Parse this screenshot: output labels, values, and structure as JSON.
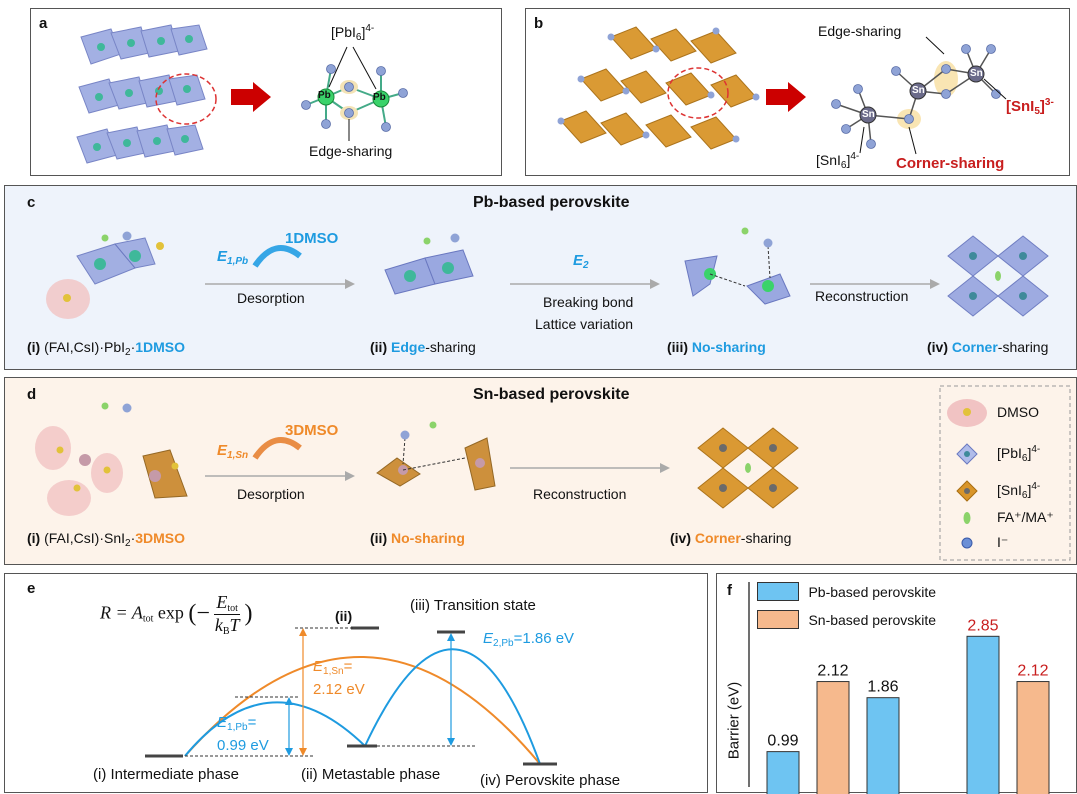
{
  "panels": {
    "a": {
      "label": "a",
      "pbi6": "[PbI",
      "sub6": "6",
      "sup4": "4-",
      "pb": "Pb",
      "edge": "Edge-sharing"
    },
    "b": {
      "label": "b",
      "edge": "Edge-sharing",
      "sn5_main": "[SnI",
      "sn5_sub": "5",
      "sn5_close": "]",
      "sn5_sup": "3-",
      "sni6": "[SnI",
      "sub6": "6",
      "sni6_close": "]",
      "sup4": "4-",
      "sn": "Sn",
      "corner": "Corner-sharing"
    },
    "c": {
      "label": "c",
      "title": "Pb-based perovskite",
      "e1": "E",
      "e1_sub": "1,Pb",
      "dmso": "1DMSO",
      "desorption": "Desorption",
      "e2": "E",
      "e2_sub": "2",
      "breaking": "Breaking bond",
      "lattice": "Lattice variation",
      "reconstruction": "Reconstruction",
      "s1_num": "(i)",
      "s1_pre": "(FAI,CsI)·PbI",
      "s1_sub": "2",
      "s1_dot": "·",
      "s1_dmso": "1DMSO",
      "s2_num": "(ii)",
      "s2_hl": "Edge",
      "s2_rest": "-sharing",
      "s3_num": "(iii)",
      "s3_hl": "No-sharing",
      "s4_num": "(iv)",
      "s4_hl": "Corner",
      "s4_rest": "-sharing"
    },
    "d": {
      "label": "d",
      "title": "Sn-based perovskite",
      "e1": "E",
      "e1_sub": "1,Sn",
      "dmso": "3DMSO",
      "desorption": "Desorption",
      "reconstruction": "Reconstruction",
      "s1_num": "(i)",
      "s1_pre": "(FAI,CsI)·SnI",
      "s1_sub": "2",
      "s1_dot": "·",
      "s1_dmso": "3DMSO",
      "s2_num": "(ii)",
      "s2_hl": "No-sharing",
      "s4_num": "(iv)",
      "s4_hl": "Corner",
      "s4_rest": "-sharing",
      "legend": {
        "dmso": "DMSO",
        "pbi6": "[PbI",
        "pbi6_sub": "6",
        "pbi6_close": "]",
        "pbi6_sup": "4-",
        "sni6": "[SnI",
        "sni6_sub": "6",
        "sni6_close": "]",
        "sni6_sup": "4-",
        "fa": "FA⁺/MA⁺",
        "iodide": "I⁻"
      }
    },
    "e": {
      "label": "e",
      "formula_r": "R = A",
      "formula_tot": "tot",
      "formula_exp": " exp",
      "formula_e": "E",
      "formula_etot": "tot",
      "formula_k": "k",
      "formula_b": "B",
      "formula_t": "T",
      "ii_top": "(ii)",
      "iii": "(iii) Transition state",
      "e2_lbl": "E",
      "e2_sub": "2,Pb",
      "e2_val": "=1.86 eV",
      "e1sn_lbl": "E",
      "e1sn_sub": "1,Sn",
      "e1sn_eq": "=",
      "e1sn_val": "2.12 eV",
      "e1pb_lbl": "E",
      "e1pb_sub": "1,Pb",
      "e1pb_eq": "=",
      "e1pb_val": "0.99 eV",
      "st_i": "(i) Intermediate phase",
      "st_ii": "(ii) Metastable phase",
      "st_iv": "(iv) Perovskite phase"
    },
    "f": {
      "label": "f",
      "ylabel": "Barrier (eV)"
    }
  },
  "colors": {
    "pb": "#6ec4f2",
    "sn": "#f6b98d",
    "orange": "#ef8a2a",
    "blue": "#1e9be0",
    "red": "#c81e1e"
  },
  "chart_data": {
    "type": "bar",
    "ylabel": "Barrier (eV)",
    "series": [
      {
        "name": "Pb-based perovskite",
        "color": "#6ec4f2",
        "values": [
          0.99,
          1.86,
          2.85
        ]
      },
      {
        "name": "Sn-based perovskite",
        "color": "#f6b98d",
        "values": [
          2.12,
          null,
          2.12
        ]
      }
    ],
    "data_labels": [
      {
        "text": "0.99",
        "color": "#111111"
      },
      {
        "text": "2.12",
        "color": "#111111"
      },
      {
        "text": "1.86",
        "color": "#111111"
      },
      {
        "text": "2.85",
        "color": "#c81e1e"
      },
      {
        "text": "2.12",
        "color": "#c81e1e"
      }
    ]
  }
}
